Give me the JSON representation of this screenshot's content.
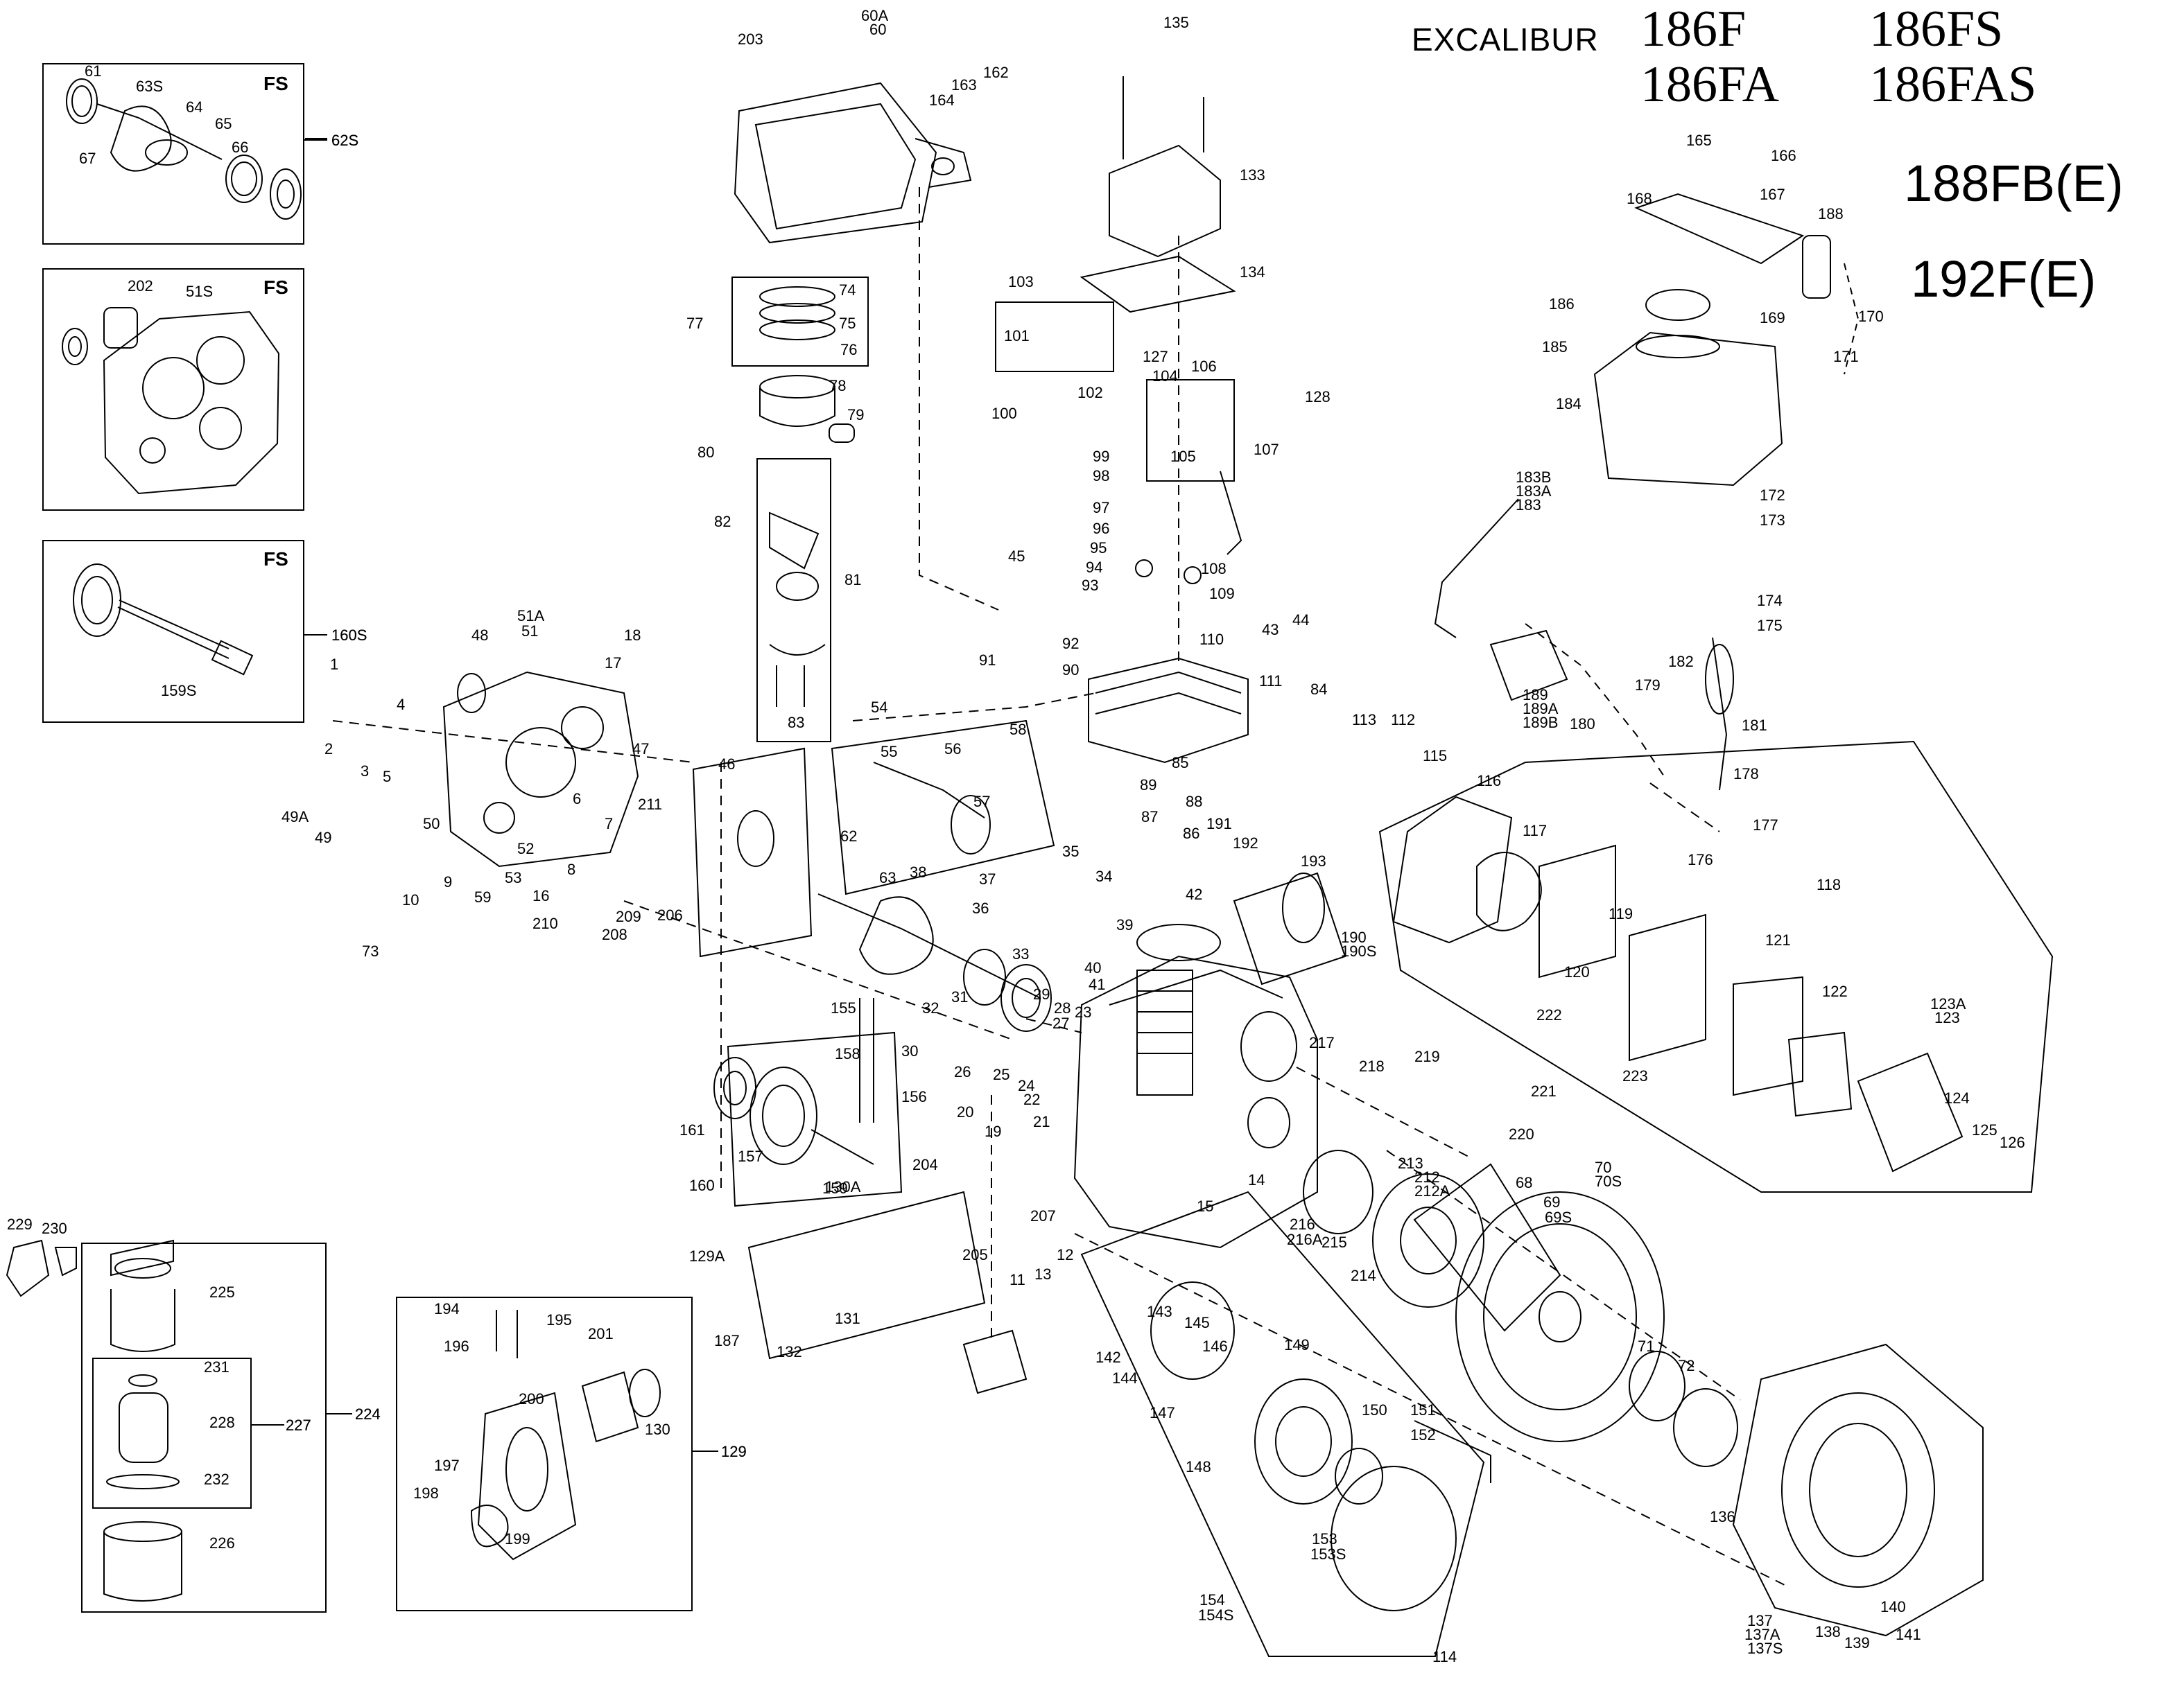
{
  "title": {
    "brand": "EXCALIBUR",
    "models": [
      "186F",
      "186FS",
      "186FA",
      "186FAS",
      "188FB(E)",
      "192F(E)"
    ]
  },
  "insets": [
    {
      "id": "fs-crankshaft",
      "tag": "FS",
      "group": "62S"
    },
    {
      "id": "fs-crankcase-cover",
      "tag": "FS",
      "group": ""
    },
    {
      "id": "fs-camshaft",
      "tag": "FS",
      "group": "160S"
    },
    {
      "id": "air-cleaner",
      "tag": "",
      "group": "224"
    },
    {
      "id": "air-cleaner-element",
      "tag": "",
      "group": "227"
    },
    {
      "id": "governor-control",
      "tag": "",
      "group": "129"
    }
  ],
  "part_numbers": [
    "1",
    "2",
    "3",
    "4",
    "5",
    "6",
    "7",
    "8",
    "9",
    "10",
    "11",
    "12",
    "13",
    "14",
    "15",
    "16",
    "17",
    "18",
    "19",
    "20",
    "21",
    "22",
    "23",
    "24",
    "25",
    "26",
    "27",
    "28",
    "29",
    "30",
    "31",
    "32",
    "33",
    "34",
    "35",
    "36",
    "37",
    "38",
    "39",
    "40",
    "41",
    "42",
    "43",
    "44",
    "45",
    "46",
    "47",
    "48",
    "49",
    "49A",
    "50",
    "51",
    "51A",
    "51S",
    "52",
    "53",
    "54",
    "55",
    "56",
    "57",
    "58",
    "59",
    "60",
    "60A",
    "61",
    "62",
    "62S",
    "63",
    "63S",
    "64",
    "65",
    "66",
    "67",
    "68",
    "69",
    "69S",
    "70",
    "70S",
    "71",
    "72",
    "73",
    "74",
    "75",
    "76",
    "77",
    "78",
    "79",
    "80",
    "81",
    "82",
    "83",
    "84",
    "85",
    "86",
    "87",
    "88",
    "89",
    "90",
    "91",
    "92",
    "93",
    "94",
    "95",
    "96",
    "97",
    "98",
    "99",
    "100",
    "101",
    "102",
    "103",
    "104",
    "105",
    "106",
    "107",
    "108",
    "109",
    "110",
    "111",
    "112",
    "113",
    "114",
    "115",
    "116",
    "117",
    "118",
    "119",
    "120",
    "121",
    "122",
    "123",
    "123A",
    "124",
    "125",
    "126",
    "127",
    "128",
    "129",
    "129A",
    "130",
    "130A",
    "131",
    "132",
    "133",
    "134",
    "135",
    "136",
    "137",
    "137A",
    "137S",
    "138",
    "139",
    "140",
    "141",
    "142",
    "143",
    "144",
    "145",
    "146",
    "147",
    "148",
    "149",
    "150",
    "151",
    "152",
    "153",
    "153S",
    "154",
    "154S",
    "155",
    "156",
    "157",
    "158",
    "159",
    "159S",
    "160",
    "160S",
    "161",
    "162",
    "163",
    "164",
    "165",
    "166",
    "167",
    "168",
    "169",
    "170",
    "171",
    "172",
    "173",
    "174",
    "175",
    "176",
    "177",
    "178",
    "179",
    "180",
    "181",
    "182",
    "183",
    "183A",
    "183B",
    "184",
    "185",
    "186",
    "187",
    "188",
    "189",
    "189A",
    "189B",
    "190",
    "190S",
    "191",
    "192",
    "193",
    "194",
    "195",
    "196",
    "197",
    "198",
    "199",
    "200",
    "201",
    "202",
    "203",
    "204",
    "205",
    "206",
    "207",
    "208",
    "209",
    "210",
    "211",
    "212",
    "212A",
    "213",
    "214",
    "215",
    "216",
    "216A",
    "217",
    "218",
    "219",
    "220",
    "221",
    "222",
    "223",
    "224",
    "225",
    "226",
    "227",
    "228",
    "229",
    "230",
    "231",
    "232"
  ]
}
